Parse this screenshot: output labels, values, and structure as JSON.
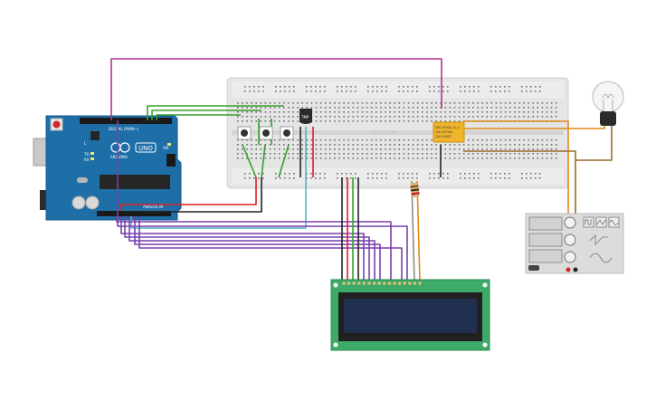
{
  "arduino": {
    "brand": "ARDUINO",
    "model": "UNO",
    "section_digital": "DIGITAL (PWM~)",
    "section_analog": "ANALOG IN",
    "label_tx": "TX",
    "label_rx": "RX",
    "label_l": "L",
    "label_on": "ON"
  },
  "breadboard": {
    "watermark": "CIRCUITS.IO"
  },
  "sensor": {
    "label": "TMP"
  },
  "relay": {
    "text_line1": "SRD-05VDC-SL-C",
    "text_line2": "10A 250VAC",
    "text_line3": "10A 30VDC"
  },
  "wire_colors": {
    "magenta": "#b5318e",
    "green": "#35a12d",
    "purple": "#7a3fae",
    "red": "#d8211f",
    "black": "#222222",
    "cyan": "#4fb5c9",
    "orange": "#e08a16",
    "brown": "#9b6b2b",
    "grey": "#8d8d8d"
  }
}
